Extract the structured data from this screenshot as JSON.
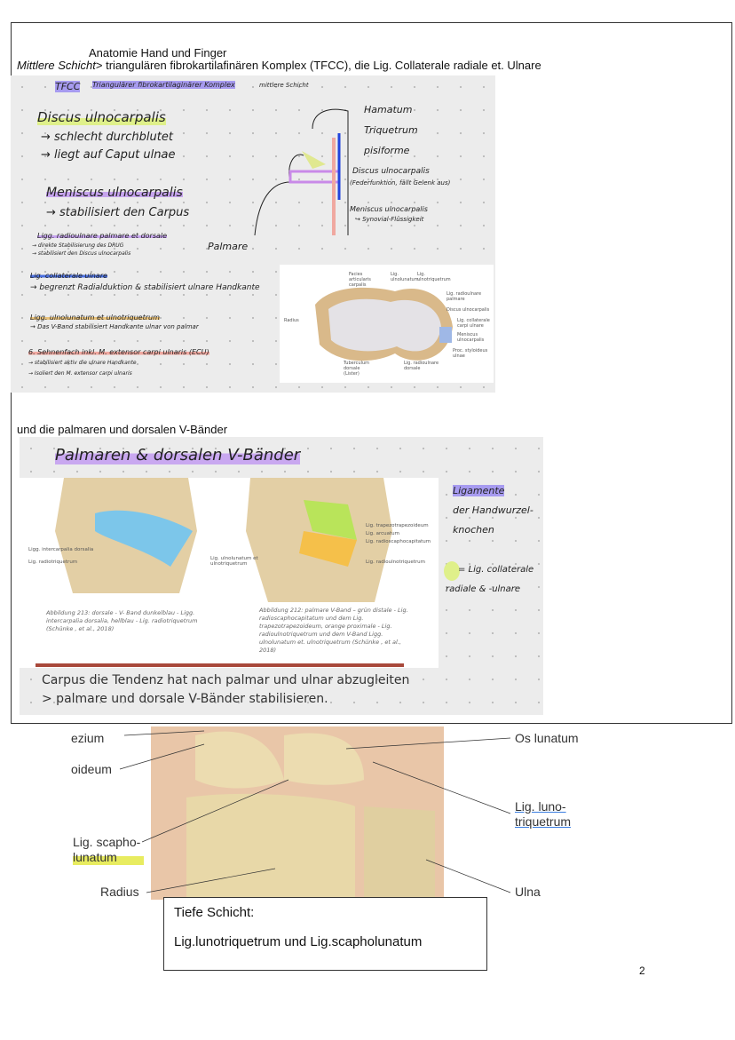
{
  "header": {
    "title": "Anatomie Hand und Finger",
    "subtitle_italic": "Mittlere Schicht",
    "subtitle_rest": "> triangulären fibrokartilafinären Komplex (TFCC), die Lig. Collaterale radiale et. Ulnare"
  },
  "note1": {
    "heading_tfcc": "TFCC",
    "heading_full": "Triangulärer fibrokartilaginärer Komplex",
    "heading_layer": "mittlere Schicht",
    "discus": "Discus ulnocarpalis",
    "discus_1": "→ schlecht durchblutet",
    "discus_2": "→ liegt auf Caput ulnae",
    "meniscus": "Meniscus ulnocarpalis",
    "meniscus_1": "→ stabilisiert den Carpus",
    "ligg_rad": "Ligg. radioulnare palmare et dorsale",
    "ligg_rad_1": "→ direkte Stabilisierung des DRUG",
    "ligg_rad_2": "→ stabilisiert den Discus ulnocarpalis",
    "palmare": "Palmare",
    "coll": "Lig. collaterale ulnare",
    "coll_1": "→ begrenzt Radialduktion & stabilisiert ulnare Handkante",
    "ulnolun": "Ligg. ulnolunatum et ulnotriquetrum",
    "ulnolun_1": "→ Das V-Band stabilisiert Handkante ulnar von palmar",
    "ecu": "6. Sehnenfach inkl. M. extensor carpi ulnaris (ECU)",
    "ecu_1": "→ stabilisiert aktiv die ulnare Handkante",
    "ecu_2": "→ Isoliert den M. extensor carpi ulnaris",
    "sketch_labels": [
      "Hamatum",
      "Triquetrum",
      "pisiforme",
      "Discus ulnocarpalis",
      "(Federfunktion, fällt Gelenk aus)",
      "Meniscus ulnocarpalis",
      "↪ Synovial-Flüssigkeit"
    ],
    "fig_labels": [
      "Facies articularis carpalis",
      "Lig. ulnolunatum",
      "Lig. ulnotriquetrum",
      "Lig. radioulnare palmare",
      "Discus ulnocarpalis",
      "Lig. collaterale carpi ulnare",
      "Meniscus ulnocarpalis",
      "Proc. styloideus ulnae",
      "Radius",
      "Tuberculum dorsale (Lister)",
      "Lig. radioulnare dorsale"
    ]
  },
  "para": "und die palmaren und dorsalen V-Bänder",
  "note2": {
    "heading": "Palmaren & dorsalen V-Bänder",
    "left_labels": [
      "Ligg. intercarpalia dorsalia",
      "Lig. radiotriquetrum"
    ],
    "right_labels": [
      "Lig. trapezotrapezoideum",
      "Lig. arcuatum",
      "Lig. radioscaphocapitatum",
      "Lig. radioulnotriquetrum",
      "Lig. ulnolunatum et ulnotriquetrum"
    ],
    "cap_left": "Abbildung 213: dorsale - V- Band dunkelblau - Ligg. intercarpalia dorsalia, hellblau - Lig. radiotriquetrum (Schünke , et al., 2018)",
    "cap_right": "Abbildung 212: palmare V-Band – grün distale - Lig. radioscaphocapitatum und dem Lig. trapezotrapezoideum, orange proximale - Lig. radioulnotriquetrum und dem V-Band Ligg. ulnolunatum et. ulnotriquetrum (Schünke , et al., 2018)",
    "side_1": "Ligamente",
    "side_2": "der Handwurzel-",
    "side_3": "knochen",
    "side_4": "= Lig. collaterale",
    "side_5": "radiale & -ulnare",
    "bottom_1": "Carpus die Tendenz hat nach palmar und ulnar abzugleiten",
    "bottom_2": "> palmare und dorsale V-Bänder stabilisieren."
  },
  "bottom_fig": {
    "labels": [
      "ezium",
      "oideum",
      "Lig. scapho-lunatum",
      "Radius",
      "Os lunatum",
      "Lig. luno-triquetrum",
      "Ulna"
    ]
  },
  "box": {
    "line1": "Tiefe Schicht:",
    "line2": "Lig.lunotriquetrum und Lig.scapholunatum"
  },
  "page_number": "2"
}
